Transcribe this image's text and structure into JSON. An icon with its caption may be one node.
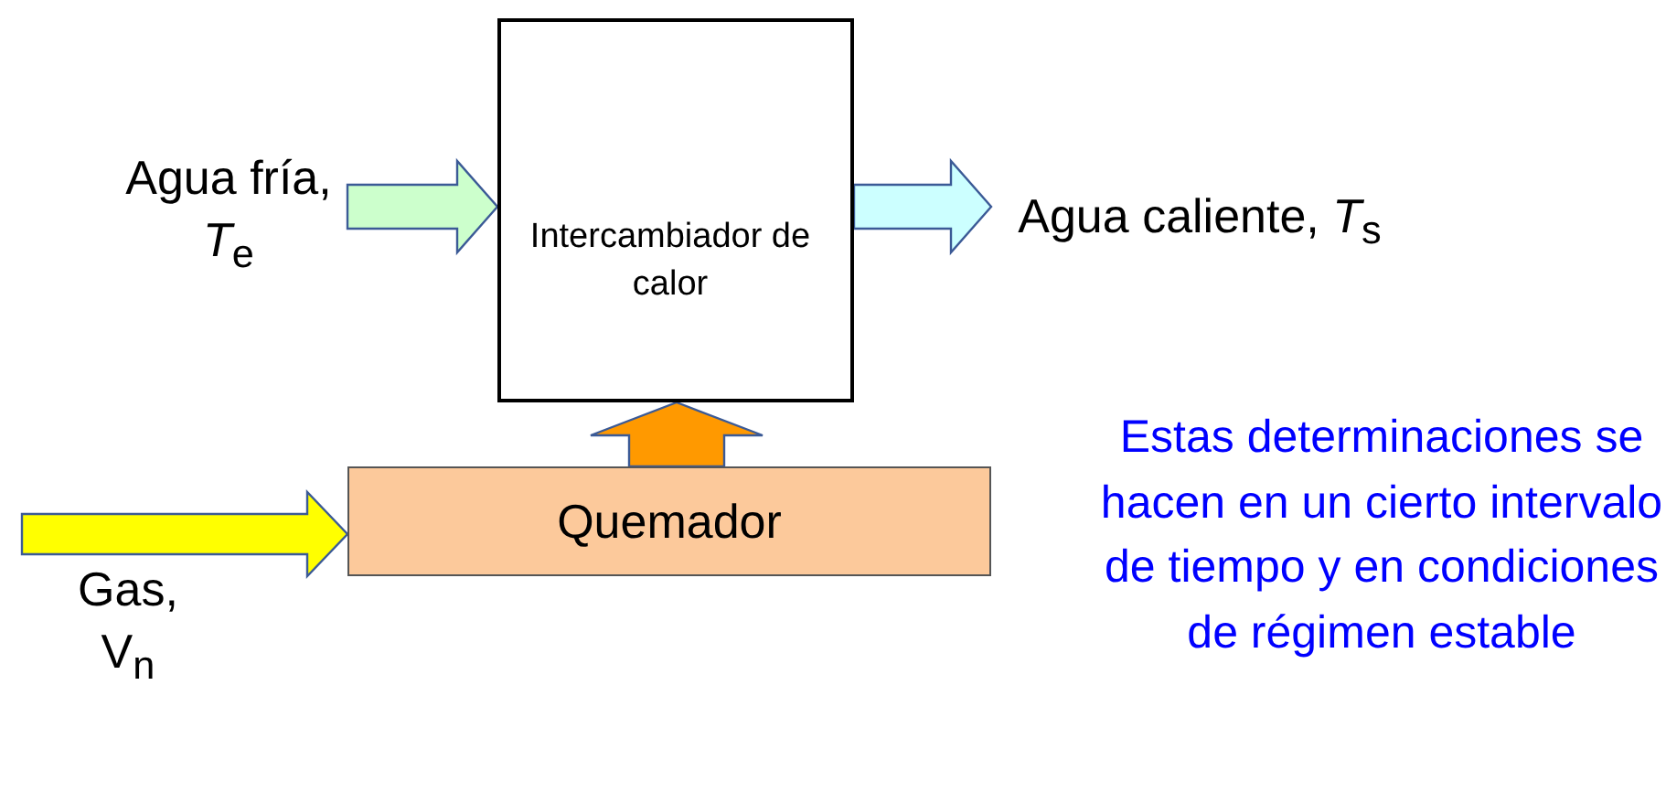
{
  "diagram": {
    "nodes": [
      {
        "text": [
          "Intercambiador de calor"
        ]
      },
      {
        "text": [
          "Agua fría, *T*$_{e}$"
        ]
      },
      {
        "text": [
          "Agua caliente, *T*$_{s}$"
        ]
      },
      {
        "text": [
          "Quemador"
        ]
      }
    ],
    "edges": [
      {
        "from": 1,
        "to": 0,
        "arrow": "to",
        "color": "#ccffcc"
      },
      {
        "from": 0,
        "to": 2,
        "arrow": "to",
        "color": "#ccffff"
      },
      {
        "from": 3,
        "to": 0,
        "arrow": "to",
        "color": "#ff9900"
      },
      {
        "from": null,
        "to": 3,
        "arrow": "to",
        "color": "#ffff00",
        "label": "Gas, V$_{n}$"
      }
    ],
    "labels": [
      "Estas determinaciones se hacen en un cierto intervalo de tiempo y en condiciones de régimen estable"
    ]
  }
}
